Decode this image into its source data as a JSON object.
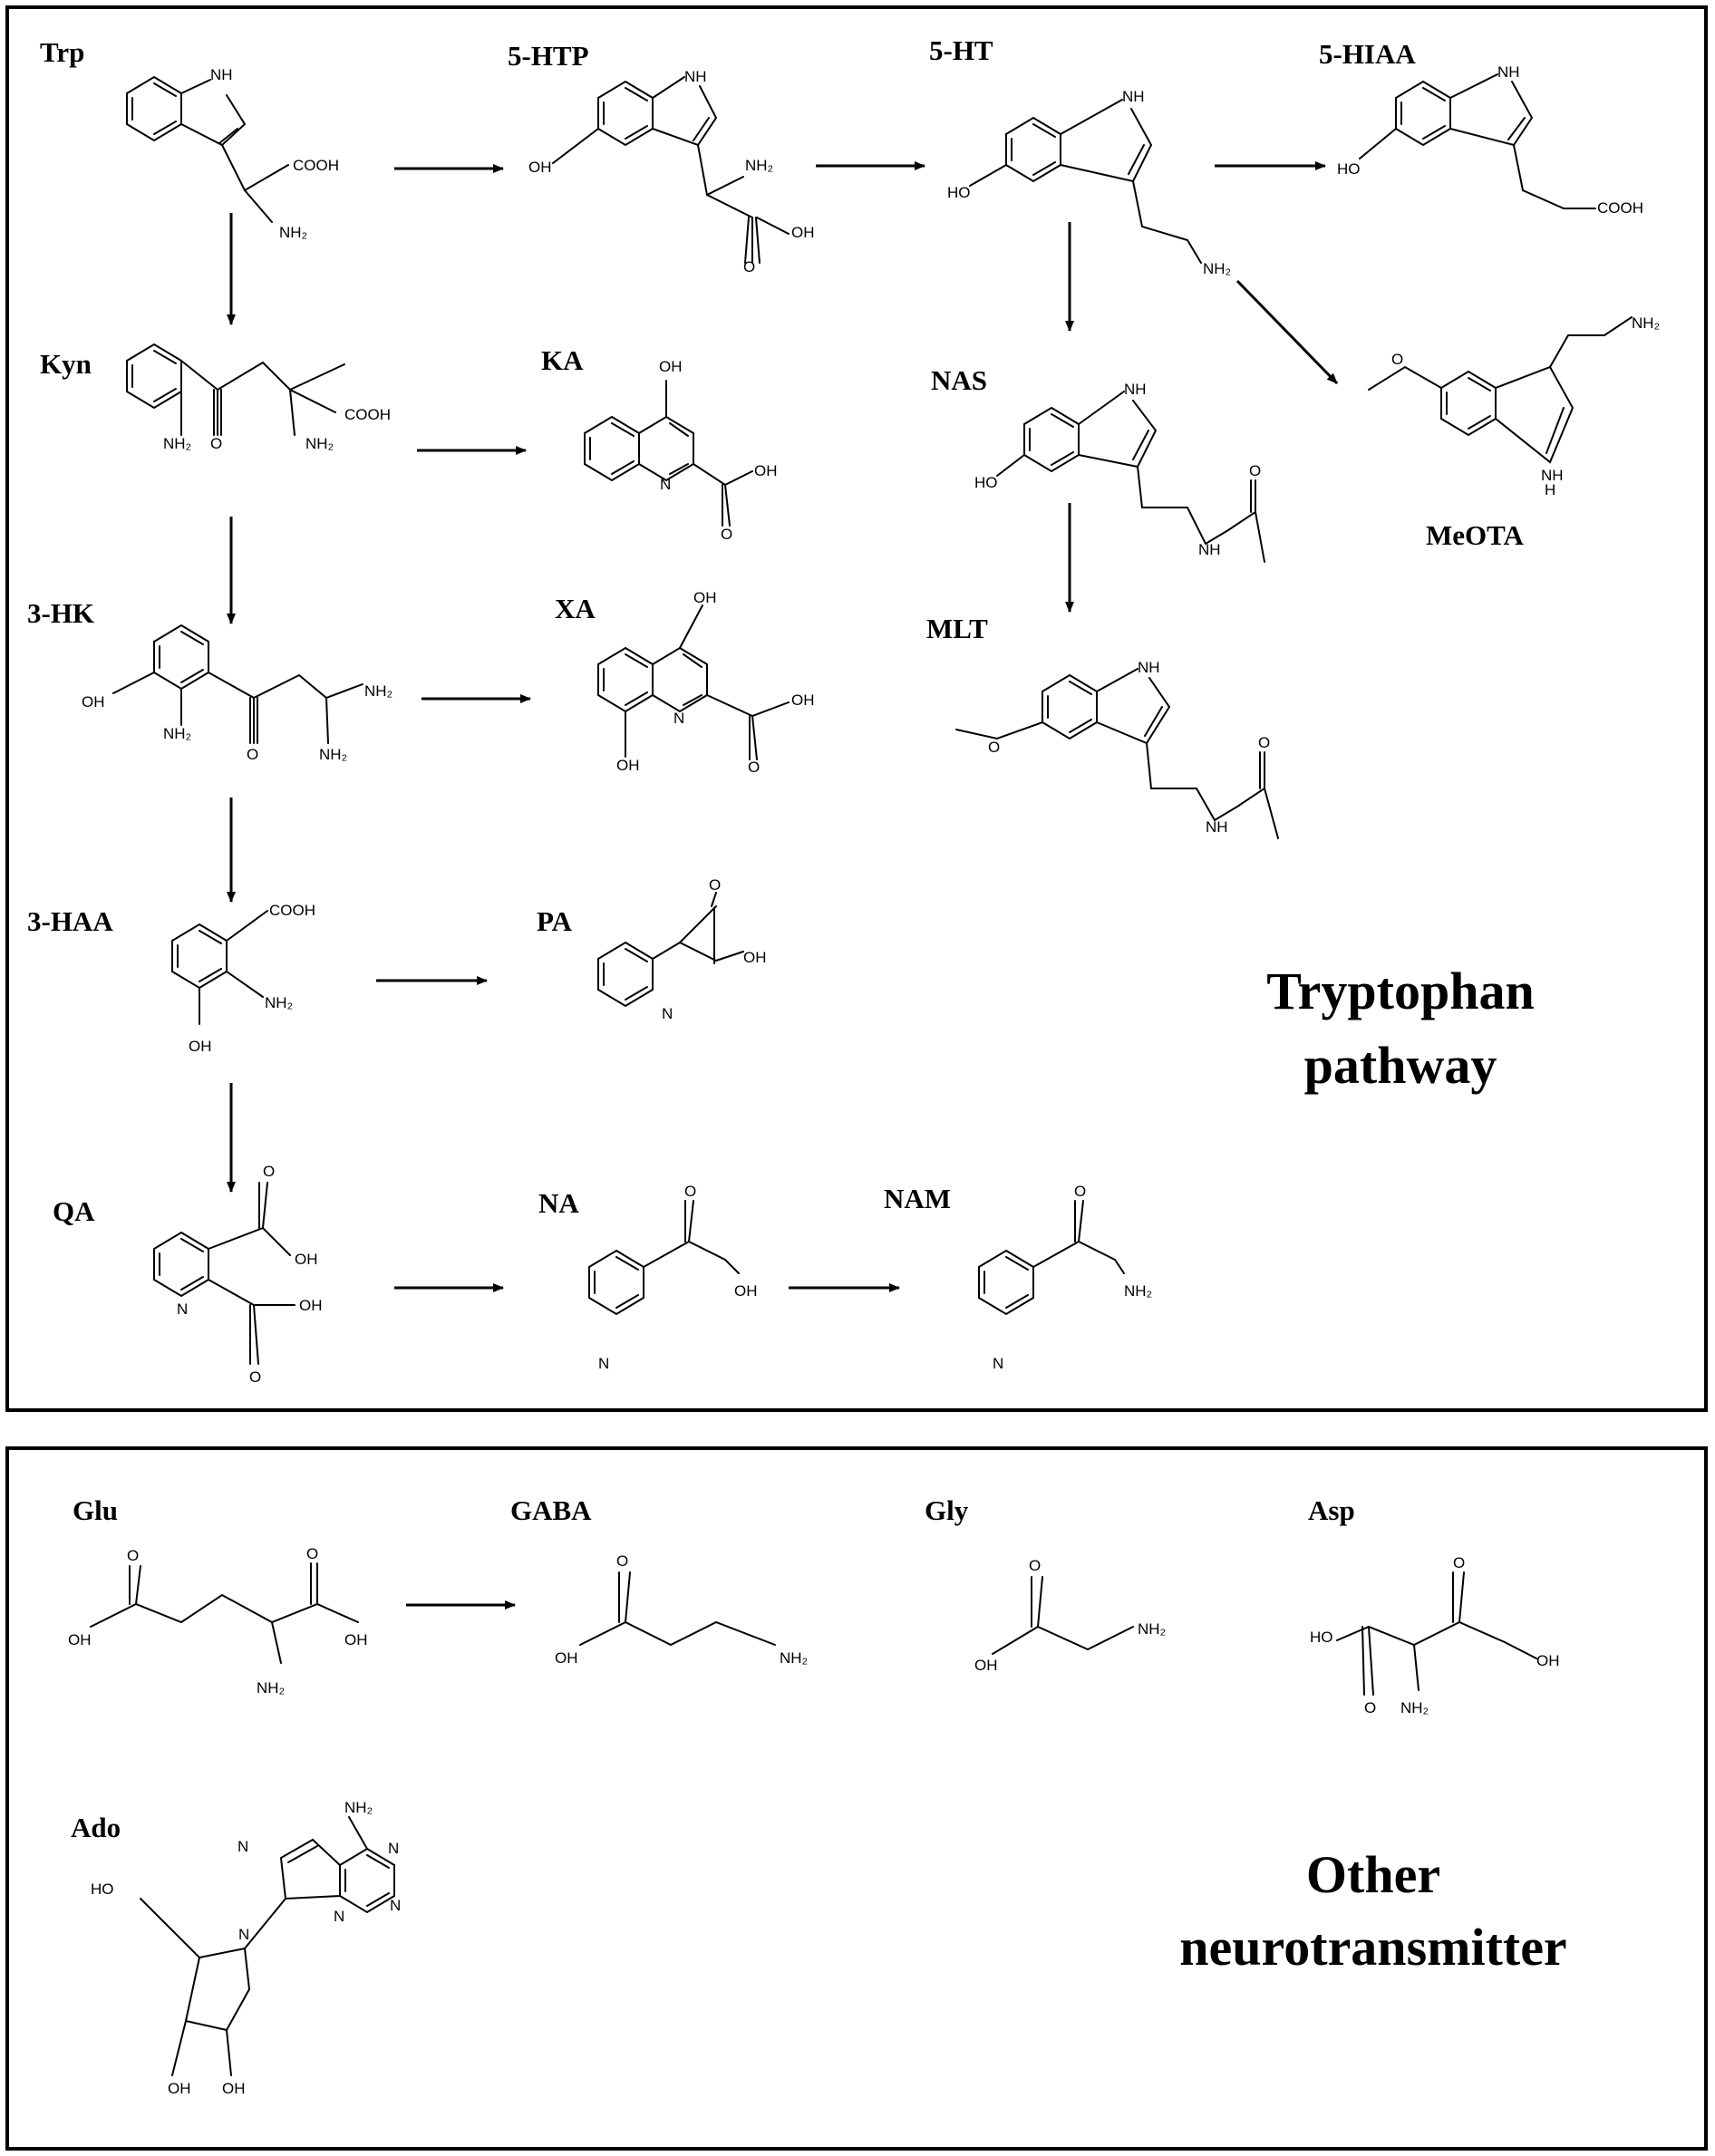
{
  "panels": {
    "tryptophan": {
      "title_line1": "Tryptophan",
      "title_line2": "pathway",
      "compounds": [
        "Trp",
        "5-HTP",
        "5-HT",
        "5-HIAA",
        "Kyn",
        "KA",
        "NAS",
        "MeOTA",
        "3-HK",
        "XA",
        "MLT",
        "3-HAA",
        "PA",
        "QA",
        "NA",
        "NAM"
      ]
    },
    "other": {
      "title_line1": "Other",
      "title_line2": "neurotransmitter",
      "compounds": [
        "Glu",
        "GABA",
        "Gly",
        "Asp",
        "Ado"
      ]
    }
  },
  "atom_labels": {
    "nh": "NH",
    "h": "H",
    "n": "N",
    "o": "O",
    "oh": "OH",
    "ho": "HO",
    "nh2": "NH₂",
    "cooh": "COOH"
  },
  "arrows": [
    {
      "from": "Trp",
      "to": "5-HTP"
    },
    {
      "from": "5-HTP",
      "to": "5-HT"
    },
    {
      "from": "5-HT",
      "to": "5-HIAA"
    },
    {
      "from": "Trp",
      "to": "Kyn"
    },
    {
      "from": "5-HT",
      "to": "NAS"
    },
    {
      "from": "5-HT",
      "to": "MeOTA"
    },
    {
      "from": "Kyn",
      "to": "KA"
    },
    {
      "from": "Kyn",
      "to": "3-HK"
    },
    {
      "from": "NAS",
      "to": "MLT"
    },
    {
      "from": "3-HK",
      "to": "XA"
    },
    {
      "from": "3-HK",
      "to": "3-HAA"
    },
    {
      "from": "3-HAA",
      "to": "PA"
    },
    {
      "from": "3-HAA",
      "to": "QA"
    },
    {
      "from": "QA",
      "to": "NA"
    },
    {
      "from": "NA",
      "to": "NAM"
    },
    {
      "from": "Glu",
      "to": "GABA"
    }
  ]
}
